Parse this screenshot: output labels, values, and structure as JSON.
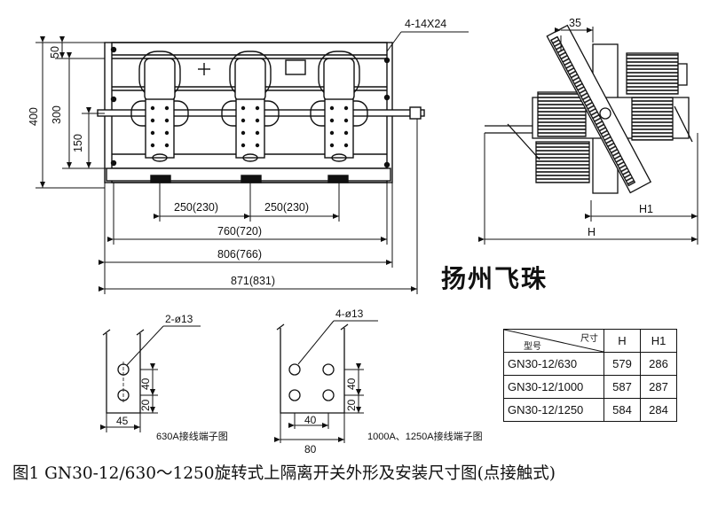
{
  "front_view": {
    "dim_top": "4-14X24",
    "left_dims": [
      "400",
      "300",
      "150",
      "50"
    ],
    "pitch_1": "250(230)",
    "pitch_2": "250(230)",
    "width_1": "760(720)",
    "width_2": "806(766)",
    "width_3": "871(831)"
  },
  "side_view": {
    "dim_35": "35",
    "dim_h1": "H1",
    "dim_h": "H"
  },
  "brand": "扬州飞珠",
  "terminal_630": {
    "holes": "2-ø13",
    "dim_40": "40",
    "dim_20": "20",
    "dim_45": "45",
    "caption": "630A接线端子图"
  },
  "terminal_1000": {
    "holes": "4-ø13",
    "dim_40v": "40",
    "dim_20v": "20",
    "dim_40h": "40",
    "dim_80": "80",
    "caption": "1000A、1250A接线端子图"
  },
  "spec_table": {
    "header_model": "型号",
    "header_size": "尺寸",
    "header_h": "H",
    "header_h1": "H1",
    "rows": [
      {
        "model": "GN30-12/630",
        "h": "579",
        "h1": "286"
      },
      {
        "model": "GN30-12/1000",
        "h": "587",
        "h1": "287"
      },
      {
        "model": "GN30-12/1250",
        "h": "584",
        "h1": "284"
      }
    ]
  },
  "figure_caption": "图1   GN30-12/630～1250旋转式上隔离开关外形及安装尺寸图(点接触式)"
}
